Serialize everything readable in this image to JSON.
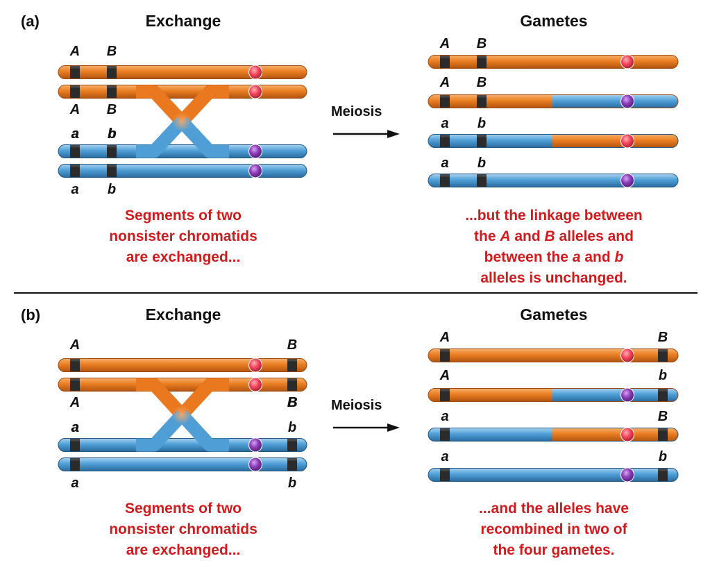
{
  "colors": {
    "orange": "#e9781e",
    "blue": "#4f9fd6",
    "band": "#2b2b2b",
    "centromere_orange": "#f0455a",
    "centromere_blue": "#8b3bb8",
    "caption_red": "#d3191c"
  },
  "panel_a": {
    "label": "(a)",
    "left_heading": "Exchange",
    "right_heading": "Gametes",
    "arrow_label": "Meiosis",
    "exchange_alleles": {
      "row1": [
        "A",
        "B"
      ],
      "row2": [
        "A",
        "B"
      ],
      "row3": [
        "a",
        "b"
      ],
      "row4": [
        "a",
        "b"
      ]
    },
    "gamete_alleles": [
      [
        "A",
        "B"
      ],
      [
        "A",
        "B"
      ],
      [
        "a",
        "b"
      ],
      [
        "a",
        "b"
      ]
    ],
    "left_caption": [
      "Segments of two",
      "nonsister chromatids",
      "are exchanged..."
    ],
    "right_caption": {
      "line1": "...but the linkage between",
      "line2_pre": "the ",
      "line2_a": "A",
      "line2_mid": " and ",
      "line2_b": "B",
      "line2_post": " alleles and",
      "line3_pre": "between the ",
      "line3_a": "a",
      "line3_mid": " and ",
      "line3_b": "b",
      "line4": "alleles is unchanged."
    }
  },
  "panel_b": {
    "label": "(b)",
    "left_heading": "Exchange",
    "right_heading": "Gametes",
    "arrow_label": "Meiosis",
    "exchange_alleles": {
      "row1": [
        "A",
        "B"
      ],
      "row2": [
        "A",
        "B"
      ],
      "row3": [
        "a",
        "b"
      ],
      "row4": [
        "a",
        "b"
      ]
    },
    "gamete_alleles": [
      [
        "A",
        "B"
      ],
      [
        "A",
        "b"
      ],
      [
        "a",
        "B"
      ],
      [
        "a",
        "b"
      ]
    ],
    "left_caption": [
      "Segments of two",
      "nonsister chromatids",
      "are exchanged..."
    ],
    "right_caption": [
      "...and the alleles have",
      "recombined in two of",
      "the four gametes."
    ]
  }
}
